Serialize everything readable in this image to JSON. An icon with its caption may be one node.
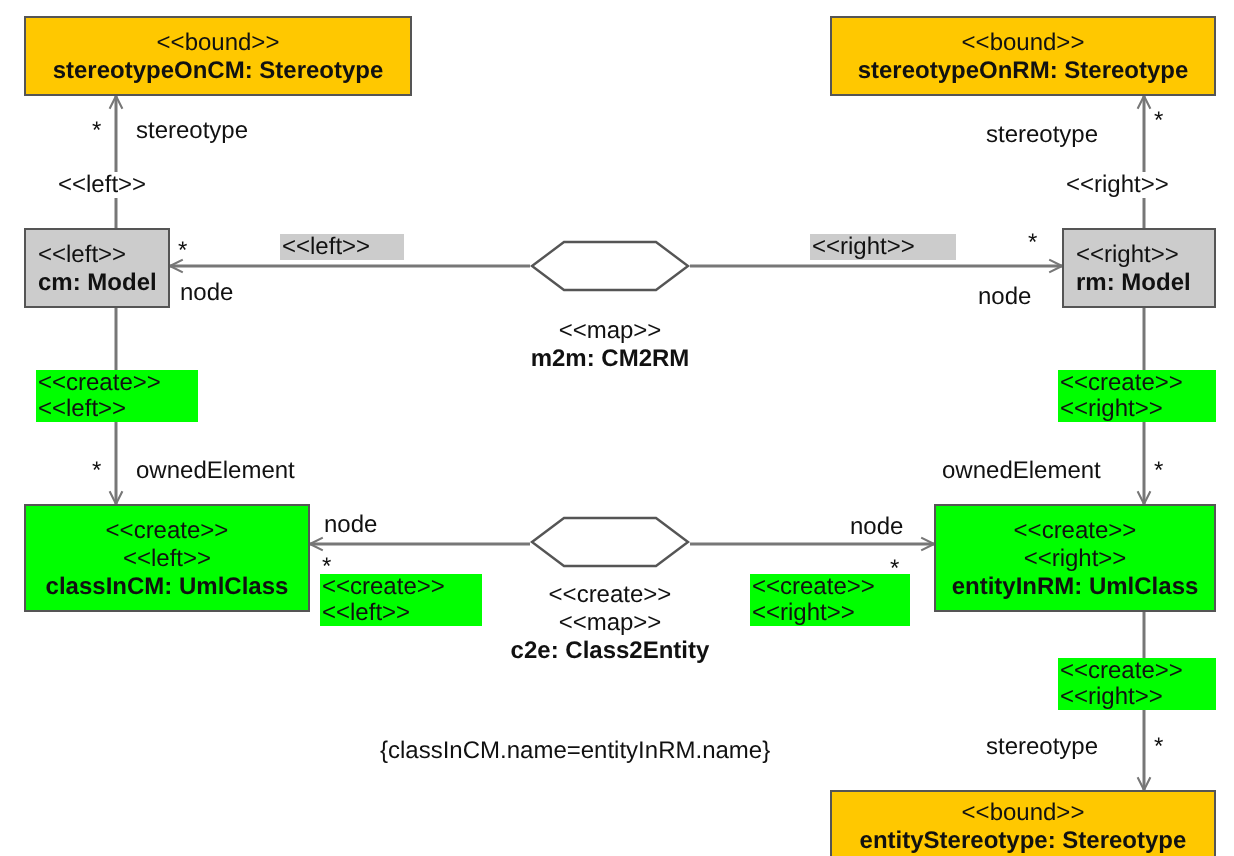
{
  "diagram": {
    "nodes": [
      {
        "text": [
          "<<bound>>",
          "stereotypeOnCM: Stereotype"
        ]
      },
      {
        "text": [
          "<<bound>>",
          "stereotypeOnRM: Stereotype"
        ]
      },
      {
        "text": [
          "<<left>>",
          "cm: Model"
        ]
      },
      {
        "text": [
          "<<map>>",
          "m2m: CM2RM"
        ]
      },
      {
        "text": [
          "<<right>>",
          "rm: Model"
        ]
      },
      {
        "text": [
          "<<create>>",
          "<<left>>",
          "classInCM: UmlClass"
        ]
      },
      {
        "text": [
          "<<create>>",
          "<<map>>",
          "c2e: Class2Entity"
        ]
      },
      {
        "text": [
          "<<create>>",
          "<<right>>",
          "entityInRM: UmlClass"
        ]
      },
      {
        "text": [
          "<<bound>>",
          "entityStereotype: Stereotype"
        ]
      }
    ],
    "edges": [
      {
        "from": 2,
        "to": 0,
        "arrow": "to",
        "label": "<<left>>"
      },
      {
        "from": 4,
        "to": 1,
        "arrow": "to",
        "label": "<<right>>"
      },
      {
        "from": 3,
        "to": 2,
        "arrow": "to",
        "label": "<<left>>"
      },
      {
        "from": 3,
        "to": 4,
        "arrow": "to",
        "label": "<<right>>"
      },
      {
        "from": 2,
        "to": 5,
        "arrow": "to",
        "label": "<<create>> <<left>>"
      },
      {
        "from": 4,
        "to": 7,
        "arrow": "to",
        "label": "<<create>> <<right>>"
      },
      {
        "from": 6,
        "to": 5,
        "arrow": "to",
        "label": "<<create>> <<left>>"
      },
      {
        "from": 6,
        "to": 7,
        "arrow": "to",
        "label": "<<create>> <<right>>"
      },
      {
        "from": 7,
        "to": 8,
        "arrow": "to",
        "label": "<<create>> <<right>>"
      }
    ],
    "labels": [
      "*",
      "stereotype",
      "stereotype",
      "*",
      "*",
      "node",
      "*",
      "node",
      "*",
      "ownedElement",
      "ownedElement",
      "*",
      "node",
      "node",
      "*",
      "*",
      "{classInCM.name=entityInRM.name}",
      "stereotype",
      "*"
    ]
  }
}
